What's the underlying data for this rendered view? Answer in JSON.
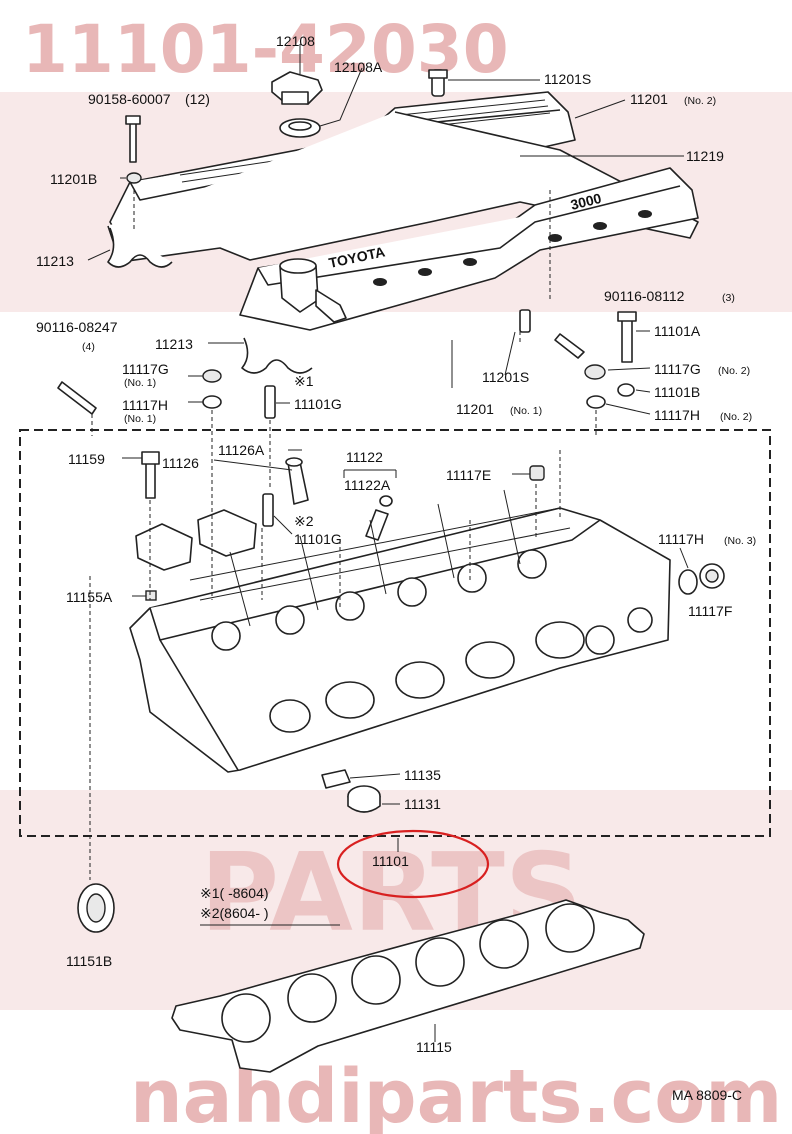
{
  "watermark": {
    "top_number": "11101-42030",
    "bottom_site": "nahdiparts.com",
    "middle_word": "PARTS"
  },
  "labels": {
    "p12108": "12108",
    "p12108A": "12108A",
    "p90158": "90158-60007",
    "p90158_qty": "(12)",
    "p11201B": "11201B",
    "p11201S_top": "11201S",
    "p11201_top": "11201",
    "p11201_top_note": "(No. 2)",
    "p11219": "11219",
    "p11213_a": "11213",
    "p11213_b": "11213",
    "p90116_08247": "90116-08247",
    "p90116_08247_qty": "(4)",
    "p11201S_mid": "11201S",
    "p11201_mid": "11201",
    "p11201_mid_note": "(No. 1)",
    "p90116_08112": "90116-08112",
    "p90116_08112_qty": "(3)",
    "p11101A": "11101A",
    "p11117G_a": "11117G",
    "p11117G_a_note": "(No. 1)",
    "p11117H_a": "11117H",
    "p11117H_a_note": "(No. 1)",
    "ref1_mark": "※1",
    "p11101G_a": "11101G",
    "p11117G_b": "11117G",
    "p11117G_b_note": "(No. 2)",
    "p11101B": "11101B",
    "p11117H_b": "11117H",
    "p11117H_b_note": "(No. 2)",
    "p11159": "11159",
    "p11126": "11126",
    "p11126A": "11126A",
    "p11122": "11122",
    "p11122A": "11122A",
    "p11117E": "11117E",
    "ref2_mark": "※2",
    "p11101G_b": "11101G",
    "p11117H_c": "11117H",
    "p11117H_c_note": "(No. 3)",
    "p11117F": "11117F",
    "p11155A": "11155A",
    "p11135": "11135",
    "p11131": "11131",
    "p11101": "11101",
    "p11151B": "11151B",
    "note1": "※1(      -8604)",
    "note2": "※2(8604-      )",
    "p11115": "11115",
    "diagram_code": "MA  8809-C"
  },
  "cover_text": {
    "brand": "TOYOTA",
    "engine": "3000"
  },
  "colors": {
    "highlight_circle": "#d82020",
    "watermark": "#e8b7b7"
  }
}
